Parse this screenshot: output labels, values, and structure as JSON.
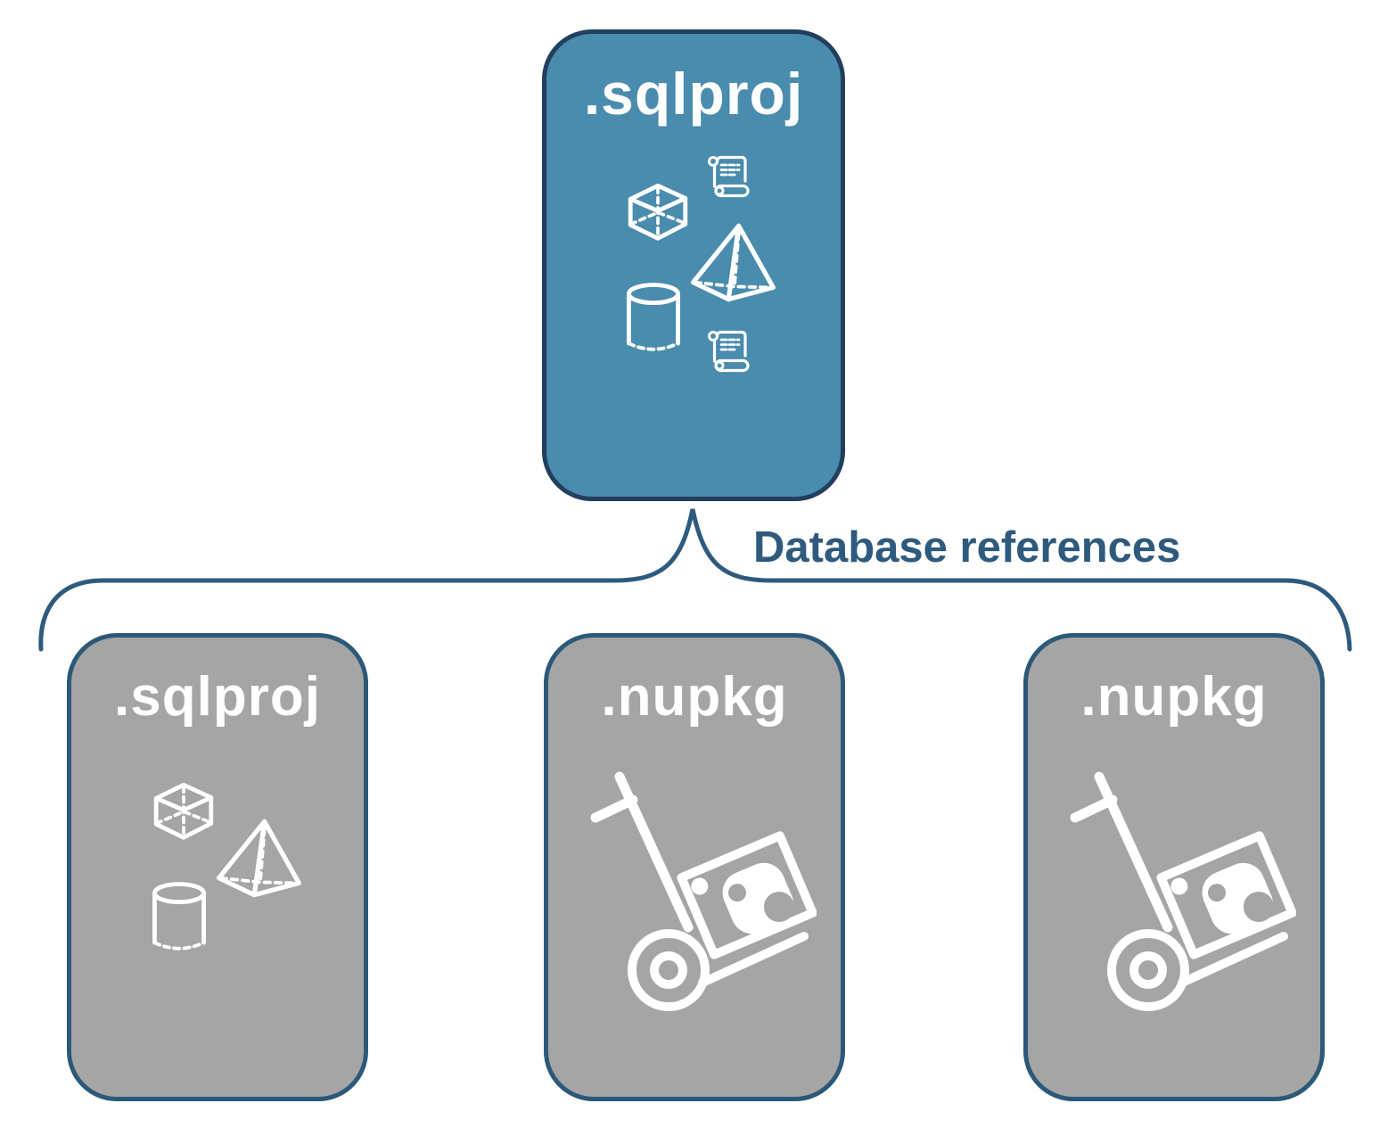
{
  "diagram": {
    "connector_label": "Database references",
    "top_box": {
      "title": ".sqlproj",
      "icons": [
        "script-scroll-icon",
        "cube-icon",
        "pyramid-icon",
        "database-cylinder-icon",
        "script-scroll-icon"
      ]
    },
    "bottom_boxes": [
      {
        "title": ".sqlproj",
        "icons": [
          "cube-icon",
          "pyramid-icon",
          "database-cylinder-icon"
        ]
      },
      {
        "title": ".nupkg",
        "icons": [
          "nuget-dolly-icon"
        ]
      },
      {
        "title": ".nupkg",
        "icons": [
          "nuget-dolly-icon"
        ]
      }
    ],
    "colors": {
      "accent_teal_fill": "#4A8CAD",
      "teal_border": "#223F5E",
      "gray_fill": "#A5A5A5",
      "gray_border": "#2C5978",
      "connector_line": "#2E5A7E",
      "icon_stroke": "#FFFFFF",
      "background": "#FFFFFF"
    }
  }
}
